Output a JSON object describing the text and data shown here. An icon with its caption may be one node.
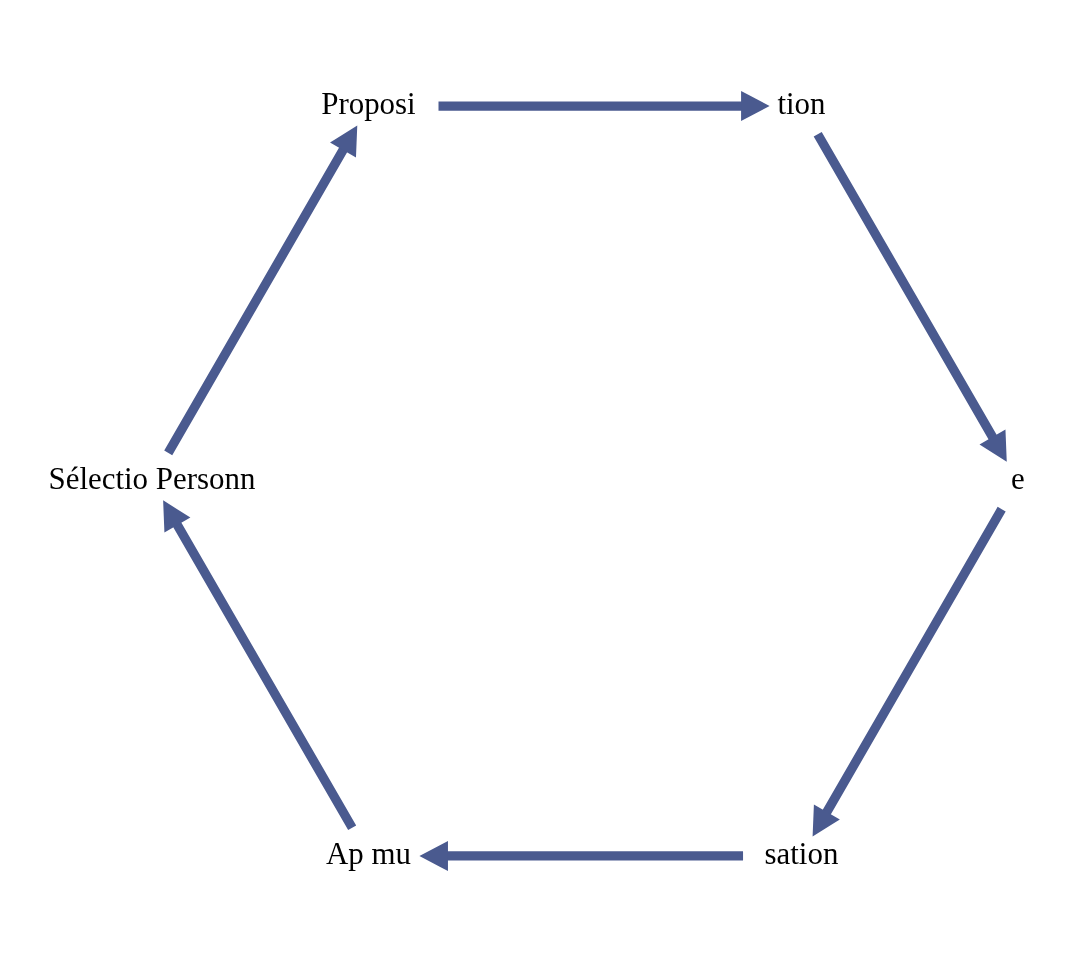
{
  "diagram": {
    "nodes": [
      {
        "text": [
          "sation"
        ]
      },
      {
        "text": [
          "Ap mu"
        ]
      },
      {
        "text": [
          "Sélectio Personn"
        ]
      },
      {
        "text": [
          "Proposi"
        ]
      },
      {
        "text": [
          "tion"
        ]
      },
      {
        "text": [
          "e"
        ]
      }
    ],
    "edges": [
      {
        "from": 0,
        "to": 1,
        "arrow": "to"
      },
      {
        "from": 1,
        "to": 2,
        "arrow": "to"
      },
      {
        "from": 2,
        "to": 3,
        "arrow": "to"
      },
      {
        "from": 3,
        "to": 4,
        "arrow": "to"
      },
      {
        "from": 4,
        "to": 5,
        "arrow": "to"
      },
      {
        "from": 5,
        "to": 0,
        "arrow": "to"
      }
    ]
  }
}
